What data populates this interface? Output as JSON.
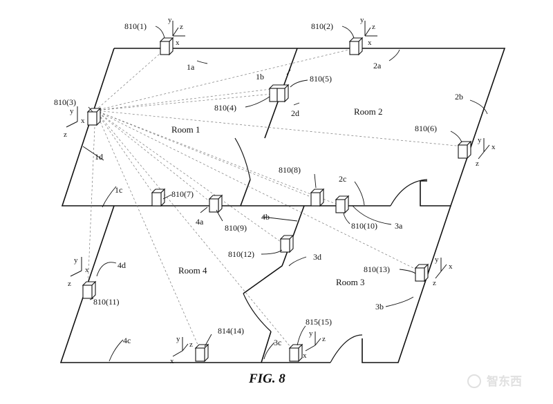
{
  "figure_label": "FIG. 8",
  "rooms": [
    "Room 1",
    "Room 2",
    "Room 3",
    "Room 4"
  ],
  "walls": [
    "1a",
    "1b",
    "1c",
    "1d",
    "2a",
    "2b",
    "2c",
    "2d",
    "3a",
    "3b",
    "3c",
    "3d",
    "4a",
    "4b",
    "4c",
    "4d"
  ],
  "devices": [
    "810(1)",
    "810(2)",
    "810(3)",
    "810(4)",
    "810(5)",
    "810(6)",
    "810(7)",
    "810(8)",
    "810(9)",
    "810(10)",
    "810(11)",
    "810(12)",
    "810(13)",
    "814(14)",
    "815(15)"
  ],
  "axis_labels": {
    "x": "x",
    "y": "y",
    "z": "z"
  },
  "watermark": "智东西"
}
